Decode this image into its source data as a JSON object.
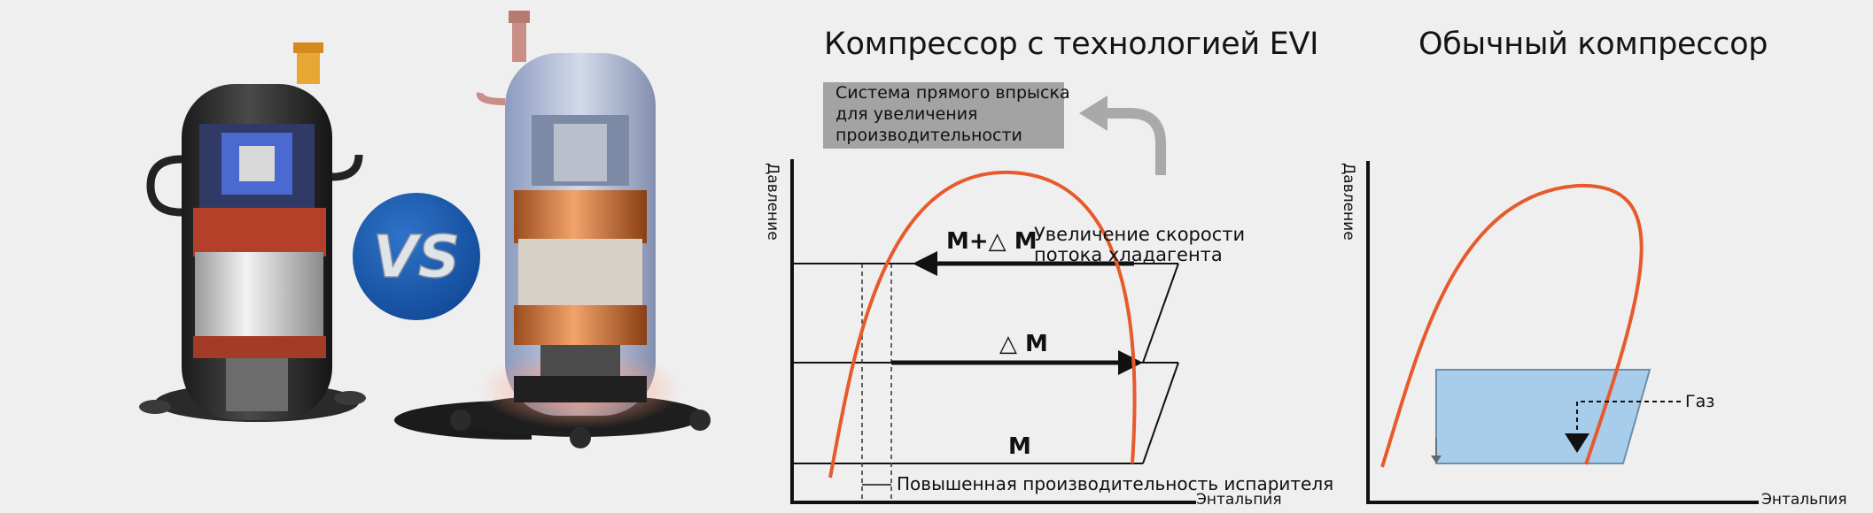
{
  "titles": {
    "evi": "Компрессор с технологией EVI",
    "regular": "Обычный компрессор"
  },
  "vs_badge": "VS",
  "evi_diagram": {
    "y_axis": "Давление",
    "x_axis": "Энтальпия",
    "injection_note": [
      "Системa прямого впрыска",
      "для увеличения",
      "производительности"
    ],
    "flow_increase_label": "М+△ М",
    "flow_increase_note": [
      "Увеличение скорости",
      "потока хладагента"
    ],
    "delta_label": "△ М",
    "base_label": "М",
    "evaporator_note": "Повышенная производительность испарителя"
  },
  "regular_diagram": {
    "y_axis": "Давление",
    "x_axis": "Энтальпия",
    "gas_label": "Газ"
  },
  "colors": {
    "background": "#efefef",
    "curve": "#e65a2c",
    "region_fill": "#a7cdea",
    "vs_circle": "#1a57a8",
    "note_box": "#a3a3a3",
    "arrow_gray": "#a9a9a9"
  }
}
